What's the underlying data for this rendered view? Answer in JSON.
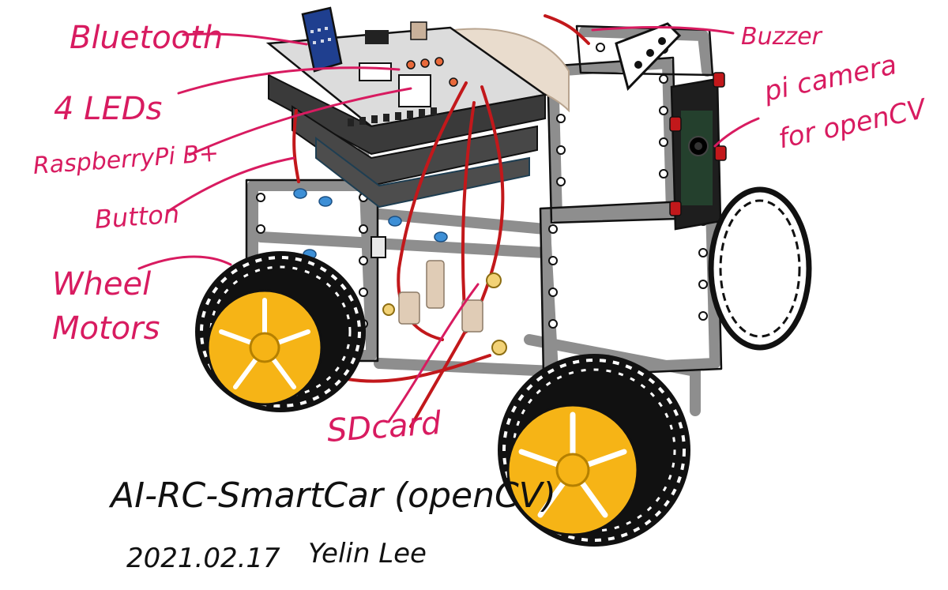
{
  "labels": {
    "bluetooth": "Bluetooth",
    "leds": "4 LEDs",
    "raspberry_pi": "RaspberryPi B+",
    "button": "Button",
    "wheel_line1": "Wheel",
    "wheel_line2": "Motors",
    "buzzer": "Buzzer",
    "camera_line1": "pi camera",
    "camera_line2": "for openCV",
    "sd_card": "SDcard"
  },
  "caption": {
    "title": "AI-RC-SmartCar (openCV)",
    "date": "2021.02.17",
    "author": "Yelin Lee"
  },
  "colors": {
    "annotation": "#d81b60",
    "ink": "#111111",
    "frame": "#9a9a9a",
    "wheel_hub": "#f6b416",
    "wire_red": "#c2181b",
    "bluetooth_module": "#1f3f8f",
    "cable": "#d9c3ad",
    "button_blue": "#3d8fd6"
  },
  "icons": {
    "bluetooth": "bluetooth-module-icon",
    "leds": "led-icon",
    "board": "circuit-board-icon",
    "button": "push-button-icon",
    "wheel": "wheel-icon",
    "buzzer": "buzzer-icon",
    "camera": "camera-icon",
    "sd_card": "sd-card-icon"
  }
}
